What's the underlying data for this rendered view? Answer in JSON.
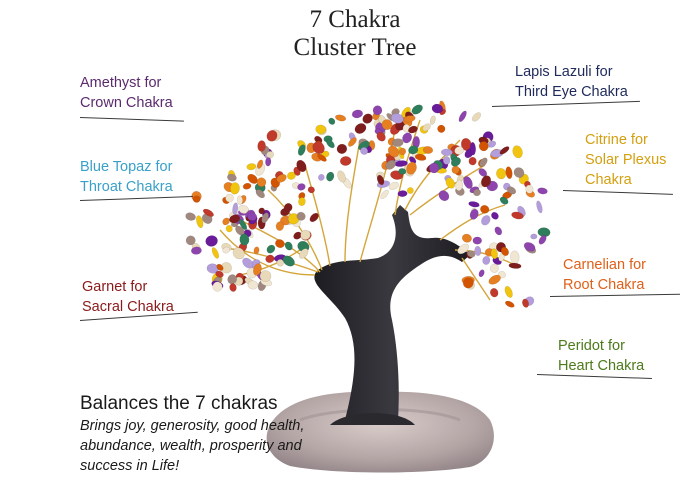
{
  "title": {
    "line1": "7 Chakra",
    "line2": "Cluster Tree"
  },
  "labels": {
    "amethyst": {
      "line1": "Amethyst for",
      "line2": "Crown Chakra",
      "color": "#5b2a6e"
    },
    "lapis": {
      "line1": "Lapis Lazuli for",
      "line2": "Third Eye Chakra",
      "color": "#1f2a5a"
    },
    "topaz": {
      "line1": "Blue Topaz for",
      "line2": "Throat Chakra",
      "color": "#3aa0c8"
    },
    "citrine": {
      "line1": "Citrine for",
      "line2": "Solar Plexus",
      "line3": "Chakra",
      "color": "#d4a010"
    },
    "garnet": {
      "line1": "Garnet for",
      "line2": "Sacral Chakra",
      "color": "#8a1a1a"
    },
    "carnelian": {
      "line1": "Carnelian for",
      "line2": "Root Chakra",
      "color": "#e0601a"
    },
    "peridot": {
      "line1": "Peridot for",
      "line2": "Heart Chakra",
      "color": "#4d7a1a"
    }
  },
  "tagline": {
    "heading": "Balances the 7 chakras",
    "line1": "Brings joy, generosity, good health,",
    "line2": "abundance, wealth, prosperity and",
    "line3": "success in Life!"
  },
  "image": {
    "subject": "gemstone-tree-photo",
    "trunk_color": "#2c2b30",
    "wire_color": "#d4a53a",
    "base_color": "#b8aaa8"
  }
}
